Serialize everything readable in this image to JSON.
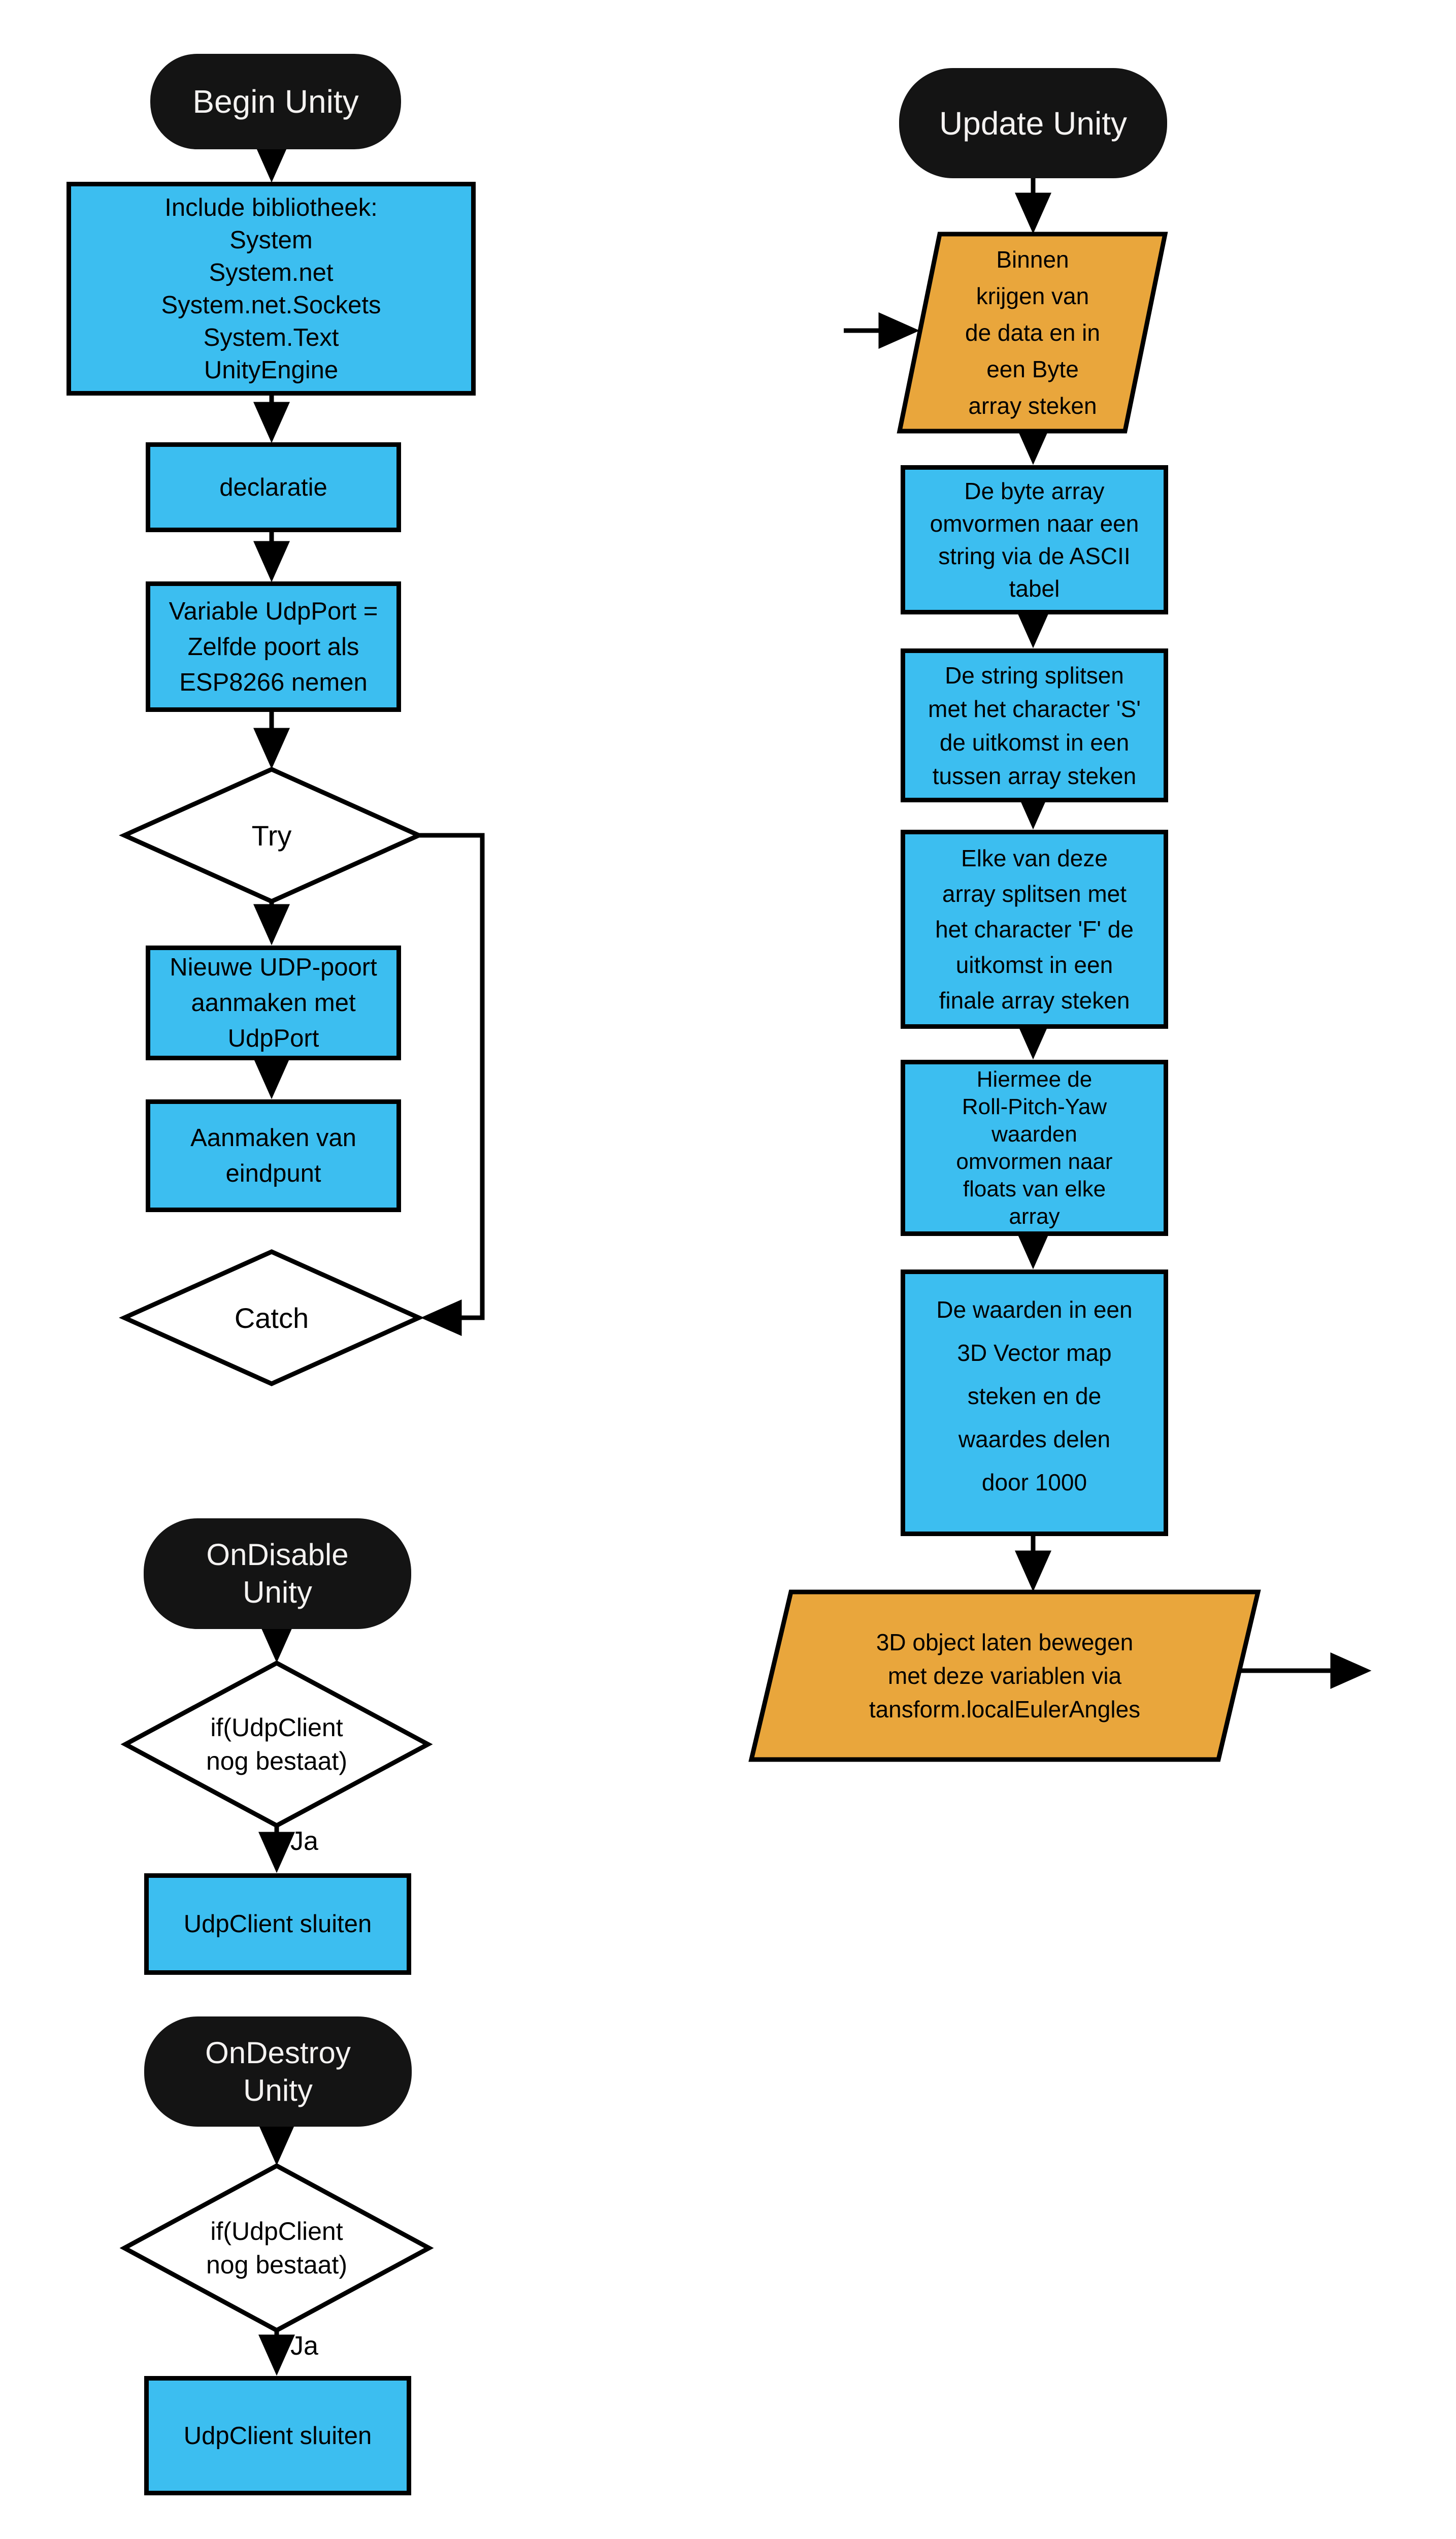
{
  "diagram": {
    "colors": {
      "process_fill": "#3CBEF0",
      "io_fill": "#E9A63C",
      "terminator_fill": "#141414",
      "terminator_text": "#F4F2F1",
      "decision_fill": "#FFFFFF",
      "line": "#000000"
    },
    "begin_flow": {
      "start": "Begin Unity",
      "include": "Include bibliotheek:\nSystem\nSystem.net\nSystem.net.Sockets\nSystem.Text\nUnityEngine",
      "declaratie": "declaratie",
      "variable": "Variable UdpPort =\nZelfde poort als\nESP8266 nemen",
      "try": "Try",
      "nieuwe": "Nieuwe UDP-poort\naanmaken met\nUdpPort",
      "aanmaken": "Aanmaken van\neindpunt",
      "catch": "Catch"
    },
    "ondisable_flow": {
      "start": "OnDisable\nUnity",
      "condition": "if(UdpClient\nnog bestaat)",
      "yes_label": "Ja",
      "close": "UdpClient sluiten"
    },
    "ondestroy_flow": {
      "start": "OnDestroy\nUnity",
      "condition": "if(UdpClient\nnog bestaat)",
      "yes_label": "Ja",
      "close": "UdpClient sluiten"
    },
    "update_flow": {
      "start": "Update Unity",
      "receive": "Binnen\nkrijgen van\nde data en in\neen Byte\narray steken",
      "byte_to_string": "De byte array\nomvormen naar een\nstring via de ASCII\ntabel",
      "split_s": "De string splitsen\nmet het character 'S'\nde uitkomst in een\ntussen array steken",
      "split_f": "Elke van deze\narray splitsen met\nhet character 'F' de\nuitkomst in een\nfinale array steken",
      "to_floats": "Hiermee de\nRoll-Pitch-Yaw\nwaarden\nomvormen naar\nfloats van elke\narray",
      "vector": "De waarden in een\n3D Vector map\nsteken en de\nwaardes delen\ndoor 1000",
      "move_object": "3D object laten bewegen\nmet deze variablen via\ntansform.localEulerAngles"
    }
  }
}
